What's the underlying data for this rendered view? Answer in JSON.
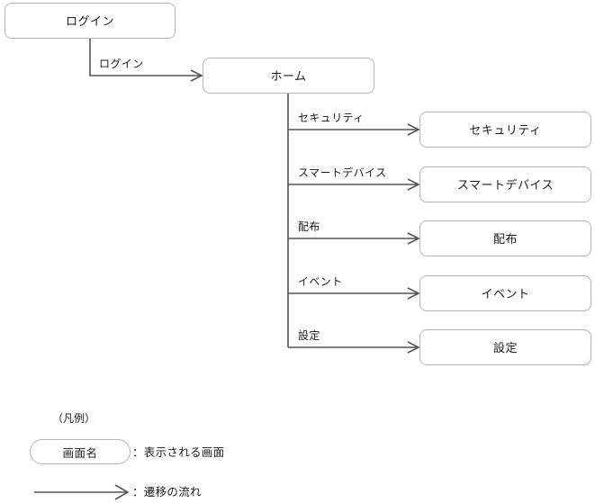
{
  "diagram": {
    "type": "screen-transition-flow",
    "nodes": [
      {
        "id": "login",
        "label": "ログイン"
      },
      {
        "id": "home",
        "label": "ホーム"
      },
      {
        "id": "security",
        "label": "セキュリティ"
      },
      {
        "id": "smart_device",
        "label": "スマートデバイス"
      },
      {
        "id": "distribution",
        "label": "配布"
      },
      {
        "id": "event",
        "label": "イベント"
      },
      {
        "id": "settings",
        "label": "設定"
      }
    ],
    "edges": [
      {
        "from": "login",
        "to": "home",
        "label": "ログイン"
      },
      {
        "from": "home",
        "to": "security",
        "label": "セキュリティ"
      },
      {
        "from": "home",
        "to": "smart_device",
        "label": "スマートデバイス"
      },
      {
        "from": "home",
        "to": "distribution",
        "label": "配布"
      },
      {
        "from": "home",
        "to": "event",
        "label": "イベント"
      },
      {
        "from": "home",
        "to": "settings",
        "label": "設定"
      }
    ]
  },
  "legend": {
    "title": "（凡例）",
    "node_sample_label": "画面名",
    "node_sample_description": "：表示される画面",
    "arrow_description": "：遷移の流れ"
  },
  "colors": {
    "node_border": "#b5b5b5",
    "node_fill": "#ffffff",
    "edge_stroke": "#555555",
    "text": "#1a1a1a",
    "background": "#ffffff"
  }
}
